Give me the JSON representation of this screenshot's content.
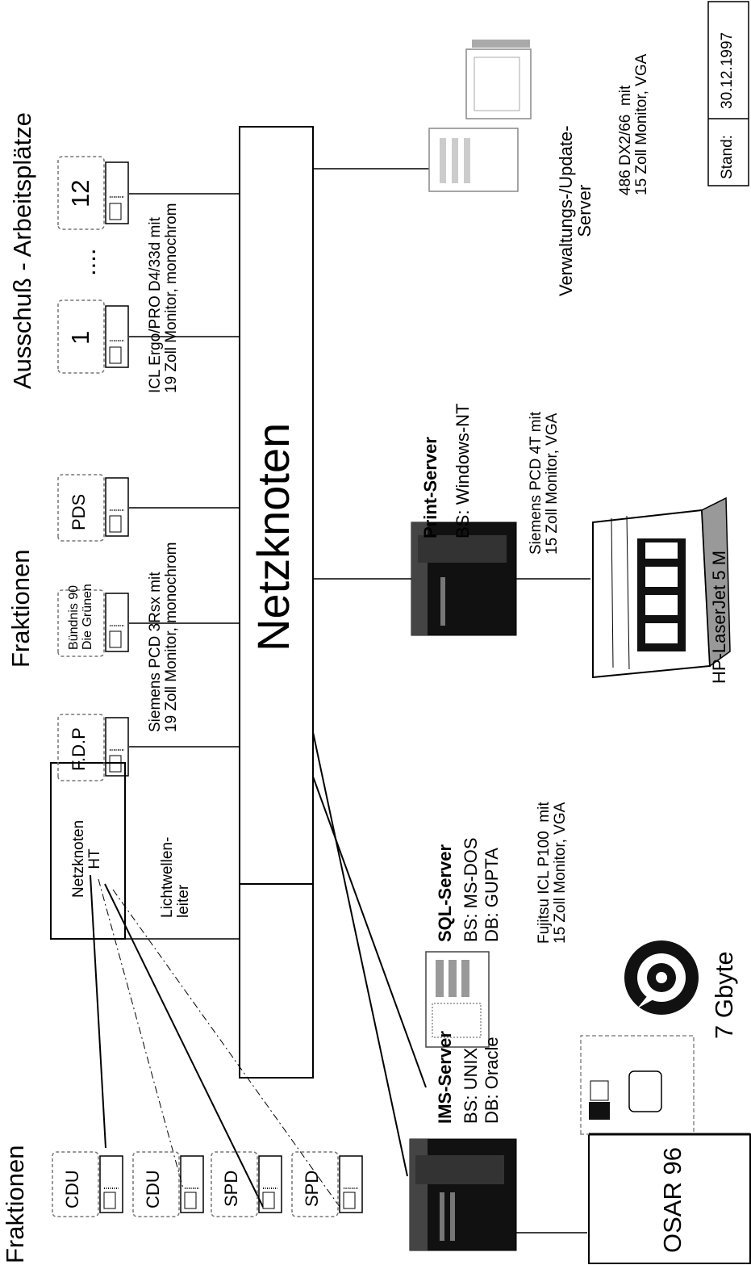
{
  "headings": {
    "fraktionen_left": "Fraktionen",
    "fraktionen_mid": "Fraktionen",
    "ausschuss": "Ausschuß - Arbeitsplätze"
  },
  "hub": {
    "label": "Netzknoten"
  },
  "ht": {
    "label": "Netzknoten\nHT"
  },
  "fiber": {
    "label": "Lichtwellen-\nleiter"
  },
  "left_workstations": [
    "CDU",
    "CDU",
    "SPD",
    "SPD"
  ],
  "faction_workstations": [
    "F.D.P",
    "Bündnis 90\nDie Grünen",
    "PDS"
  ],
  "faction_spec": "Siemens PCD 3Rsx mit\n19 Zoll Monitor, monochrom",
  "committee": {
    "first": "1",
    "dots": "....",
    "last": "12",
    "spec": "ICL Ergo/PRO D4/33d mit\n19 Zoll Monitor, monochrom"
  },
  "ims_server": {
    "title": "IMS-Server",
    "os": "BS: UNIX",
    "db": "DB: Oracle"
  },
  "sql_server": {
    "title": "SQL-Server",
    "os": "BS: MS-DOS",
    "db": "DB: GUPTA",
    "spec": "Fujitsu ICL P100  mit\n15 Zoll Monitor, VGA"
  },
  "print_server": {
    "title": "Print-Server",
    "os": "BS: Windows-NT",
    "spec": "Siemens PCD 4T mit\n15 Zoll Monitor, VGA"
  },
  "printer": {
    "label": "HP-LaserJet 5 M"
  },
  "admin_server": {
    "title": "Verwaltungs-/Update-\nServer",
    "spec": "486 DX2/66  mit\n15 Zoll Monitor, VGA"
  },
  "storage": {
    "osar": "OSAR 96",
    "capacity": "7 Gbyte"
  },
  "stand": {
    "label": "Stand:",
    "date": "30.12.1997"
  }
}
